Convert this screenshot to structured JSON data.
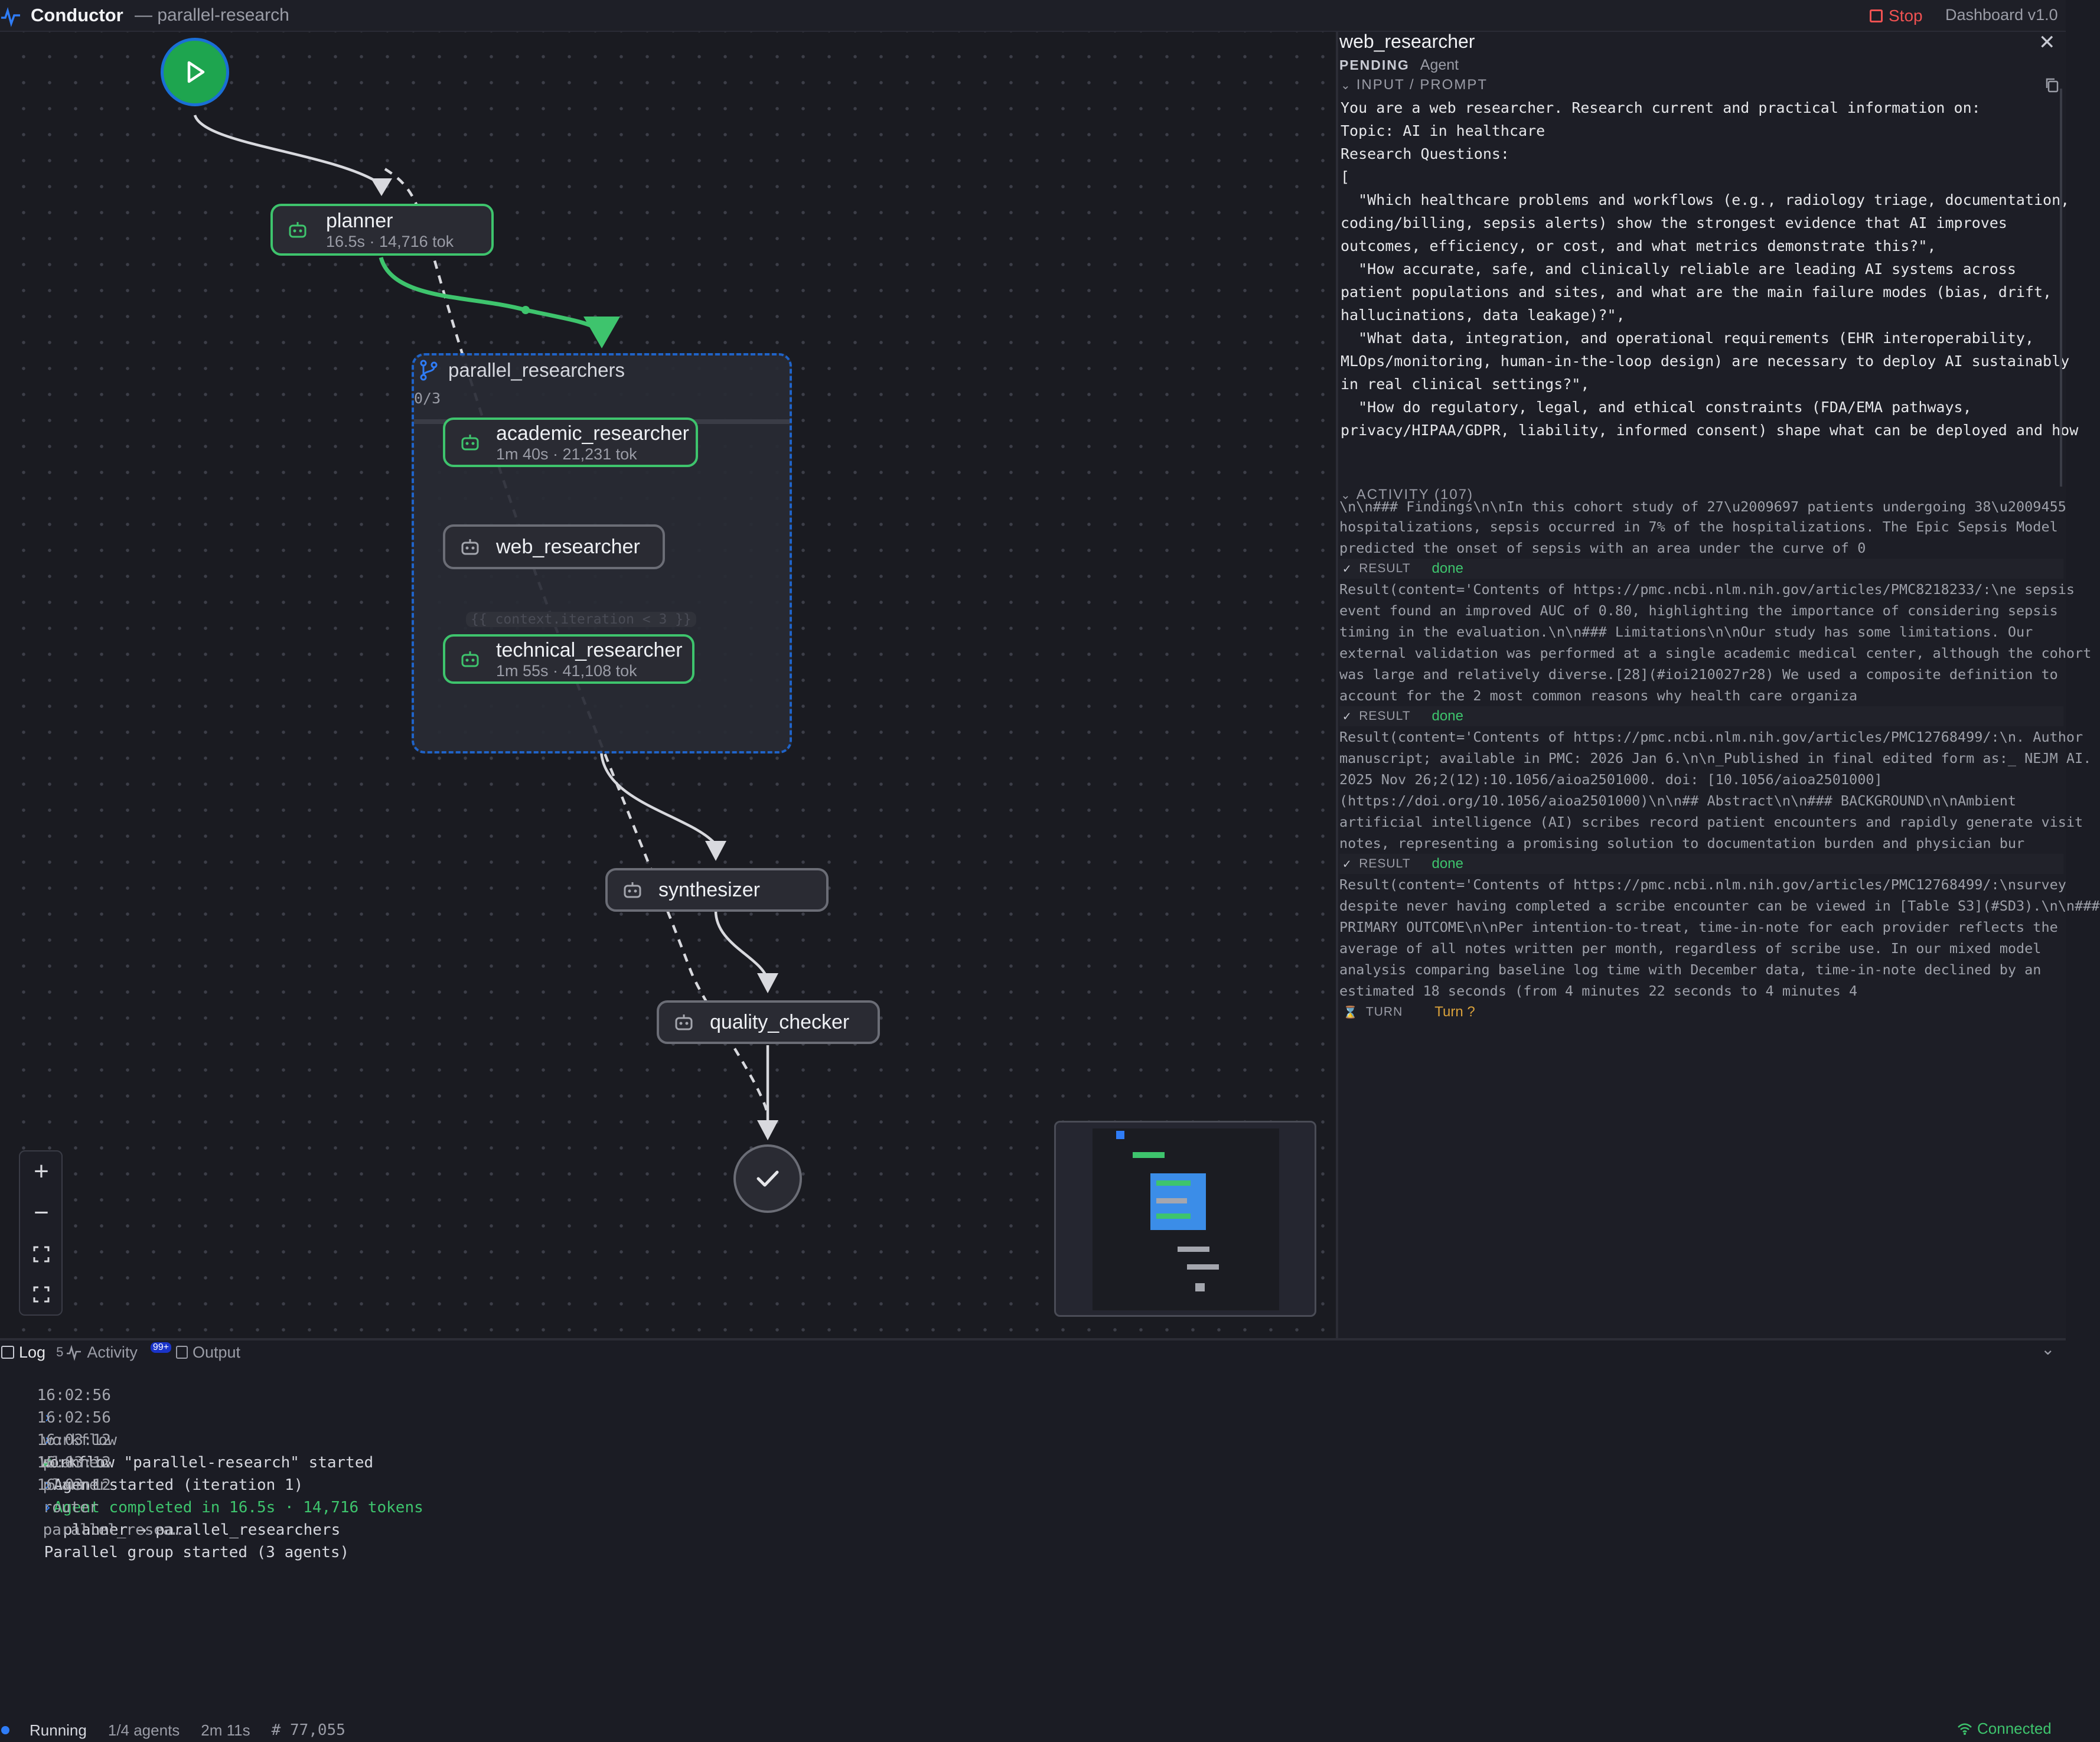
{
  "app": {
    "title": "Conductor",
    "workflow": "— parallel-research",
    "stop_label": "Stop",
    "version": "Dashboard v1.0"
  },
  "graph": {
    "nodes": {
      "planner": {
        "name": "planner",
        "meta": "16.5s · 14,716 tok"
      },
      "academic": {
        "name": "academic_researcher",
        "meta": "1m 40s · 21,231 tok"
      },
      "web": {
        "name": "web_researcher"
      },
      "technical": {
        "name": "technical_researcher",
        "meta": "1m 55s · 41,108 tok"
      },
      "synth": {
        "name": "synthesizer"
      },
      "quality": {
        "name": "quality_checker"
      }
    },
    "group": {
      "name": "parallel_researchers",
      "progress": "0/3",
      "edge_label": "{{ context.iteration < 3 }}"
    }
  },
  "panel": {
    "title": "web_researcher",
    "status": "PENDING",
    "type": "Agent",
    "input_section": "INPUT / PROMPT",
    "prompt_lines": [
      "You are a web researcher. Research current and practical information on:",
      "",
      "Topic: AI in healthcare",
      "",
      "Research Questions:",
      "[",
      "  \"Which healthcare problems and workflows (e.g., radiology triage, documentation,",
      "coding/billing, sepsis alerts) show the strongest evidence that AI improves",
      "outcomes, efficiency, or cost, and what metrics demonstrate this?\",",
      "  \"How accurate, safe, and clinically reliable are leading AI systems across",
      "patient populations and sites, and what are the main failure modes (bias, drift,",
      "hallucinations, data leakage)?\",",
      "  \"What data, integration, and operational requirements (EHR interoperability,",
      "MLOps/monitoring, human-in-the-loop design) are necessary to deploy AI sustainably",
      "in real clinical settings?\",",
      "  \"How do regulatory, legal, and ethical constraints (FDA/EMA pathways,",
      "privacy/HIPAA/GDPR, liability, informed consent) shape what can be deployed and how"
    ],
    "activity_section": "ACTIVITY (107)",
    "activity_top_lines": [
      "\\n\\n### Findings\\n\\nIn this cohort study of 27\\u2009697 patients undergoing 38\\u2009455",
      "hospitalizations, sepsis occurred in 7% of the hospitalizations. The Epic Sepsis Model",
      "predicted the onset of sepsis with an area under the curve of 0"
    ],
    "result_label": "RESULT",
    "result_status": "done",
    "results": [
      [
        "Result(content='Contents of https://pmc.ncbi.nlm.nih.gov/articles/PMC8218233/:\\ne sepsis",
        "event found an improved AUC of 0.80, highlighting the importance of considering sepsis",
        "timing in the evaluation.\\n\\n### Limitations\\n\\nOur study has some limitations. Our",
        "external validation was performed at a single academic medical center, although the cohort",
        "was large and relatively diverse.[28](#ioi210027r28) We used a composite definition to",
        "account for the 2 most common reasons why health care organiza"
      ],
      [
        "Result(content='Contents of https://pmc.ncbi.nlm.nih.gov/articles/PMC12768499/:\\n. Author",
        "manuscript; available in PMC: 2026 Jan 6.\\n\\n_Published in final edited form as:_ NEJM AI.",
        "2025 Nov 26;2(12):10.1056/aioa2501000. doi: [10.1056/aioa2501000]",
        "(https://doi.org/10.1056/aioa2501000)\\n\\n## Abstract\\n\\n### BACKGROUND\\n\\nAmbient",
        "artificial intelligence (AI) scribes record patient encounters and rapidly generate visit",
        "notes, representing a promising solution to documentation burden and physician bur"
      ],
      [
        "Result(content='Contents of https://pmc.ncbi.nlm.nih.gov/articles/PMC12768499/:\\nsurvey",
        "despite never having completed a scribe encounter can be viewed in [Table S3](#SD3).\\n\\n###",
        "PRIMARY OUTCOME\\n\\nPer intention-to-treat, time-in-note for each provider reflects the",
        "average of all notes written per month, regardless of scribe use. In our mixed model",
        "analysis comparing baseline log time with December data, time-in-note declined by an",
        "estimated 18 seconds (from 4 minutes 22 seconds to 4 minutes 4"
      ]
    ],
    "turn_label": "TURN",
    "turn_value": "Turn ?"
  },
  "bottom": {
    "tabs": {
      "log": "Log",
      "log_count": "5",
      "activity": "Activity",
      "activity_badge": "99+",
      "output": "Output"
    },
    "logs": [
      {
        "time": "16:02:56",
        "icon": "›",
        "src": "workflow",
        "msg": "Workflow \"parallel-research\" started",
        "ok": false
      },
      {
        "time": "16:02:56",
        "icon": "›",
        "src": "planner",
        "msg": "Agent started (iteration 1)",
        "ok": false
      },
      {
        "time": "16:03:12",
        "icon": "✓",
        "src": "planner",
        "msg": "Agent completed in 16.5s · 14,716 tokens",
        "ok": true
      },
      {
        "time": "16:03:12",
        "icon": "›",
        "src": "router",
        "msg": "planner → parallel_researchers",
        "ok": false
      },
      {
        "time": "16:03:12",
        "icon": "›",
        "src": "parallel_resea…",
        "msg": "Parallel group started (3 agents)",
        "ok": false
      }
    ],
    "status": {
      "state": "Running",
      "agents": "1/4 agents",
      "elapsed": "2m 11s",
      "tokens": "# 77,055",
      "connection": "Connected"
    }
  },
  "colors": {
    "success": "#3ec46d",
    "accent": "#2f7cf6",
    "pending": "#d9a13b",
    "stop": "#f05252"
  },
  "icons": [
    "pulse-icon",
    "stop-icon",
    "close-icon",
    "play-icon",
    "robot-icon",
    "fork-icon",
    "check-icon",
    "plus-icon",
    "minus-icon",
    "fit-view-icon",
    "copy-icon",
    "hourglass-icon",
    "wifi-icon"
  ]
}
